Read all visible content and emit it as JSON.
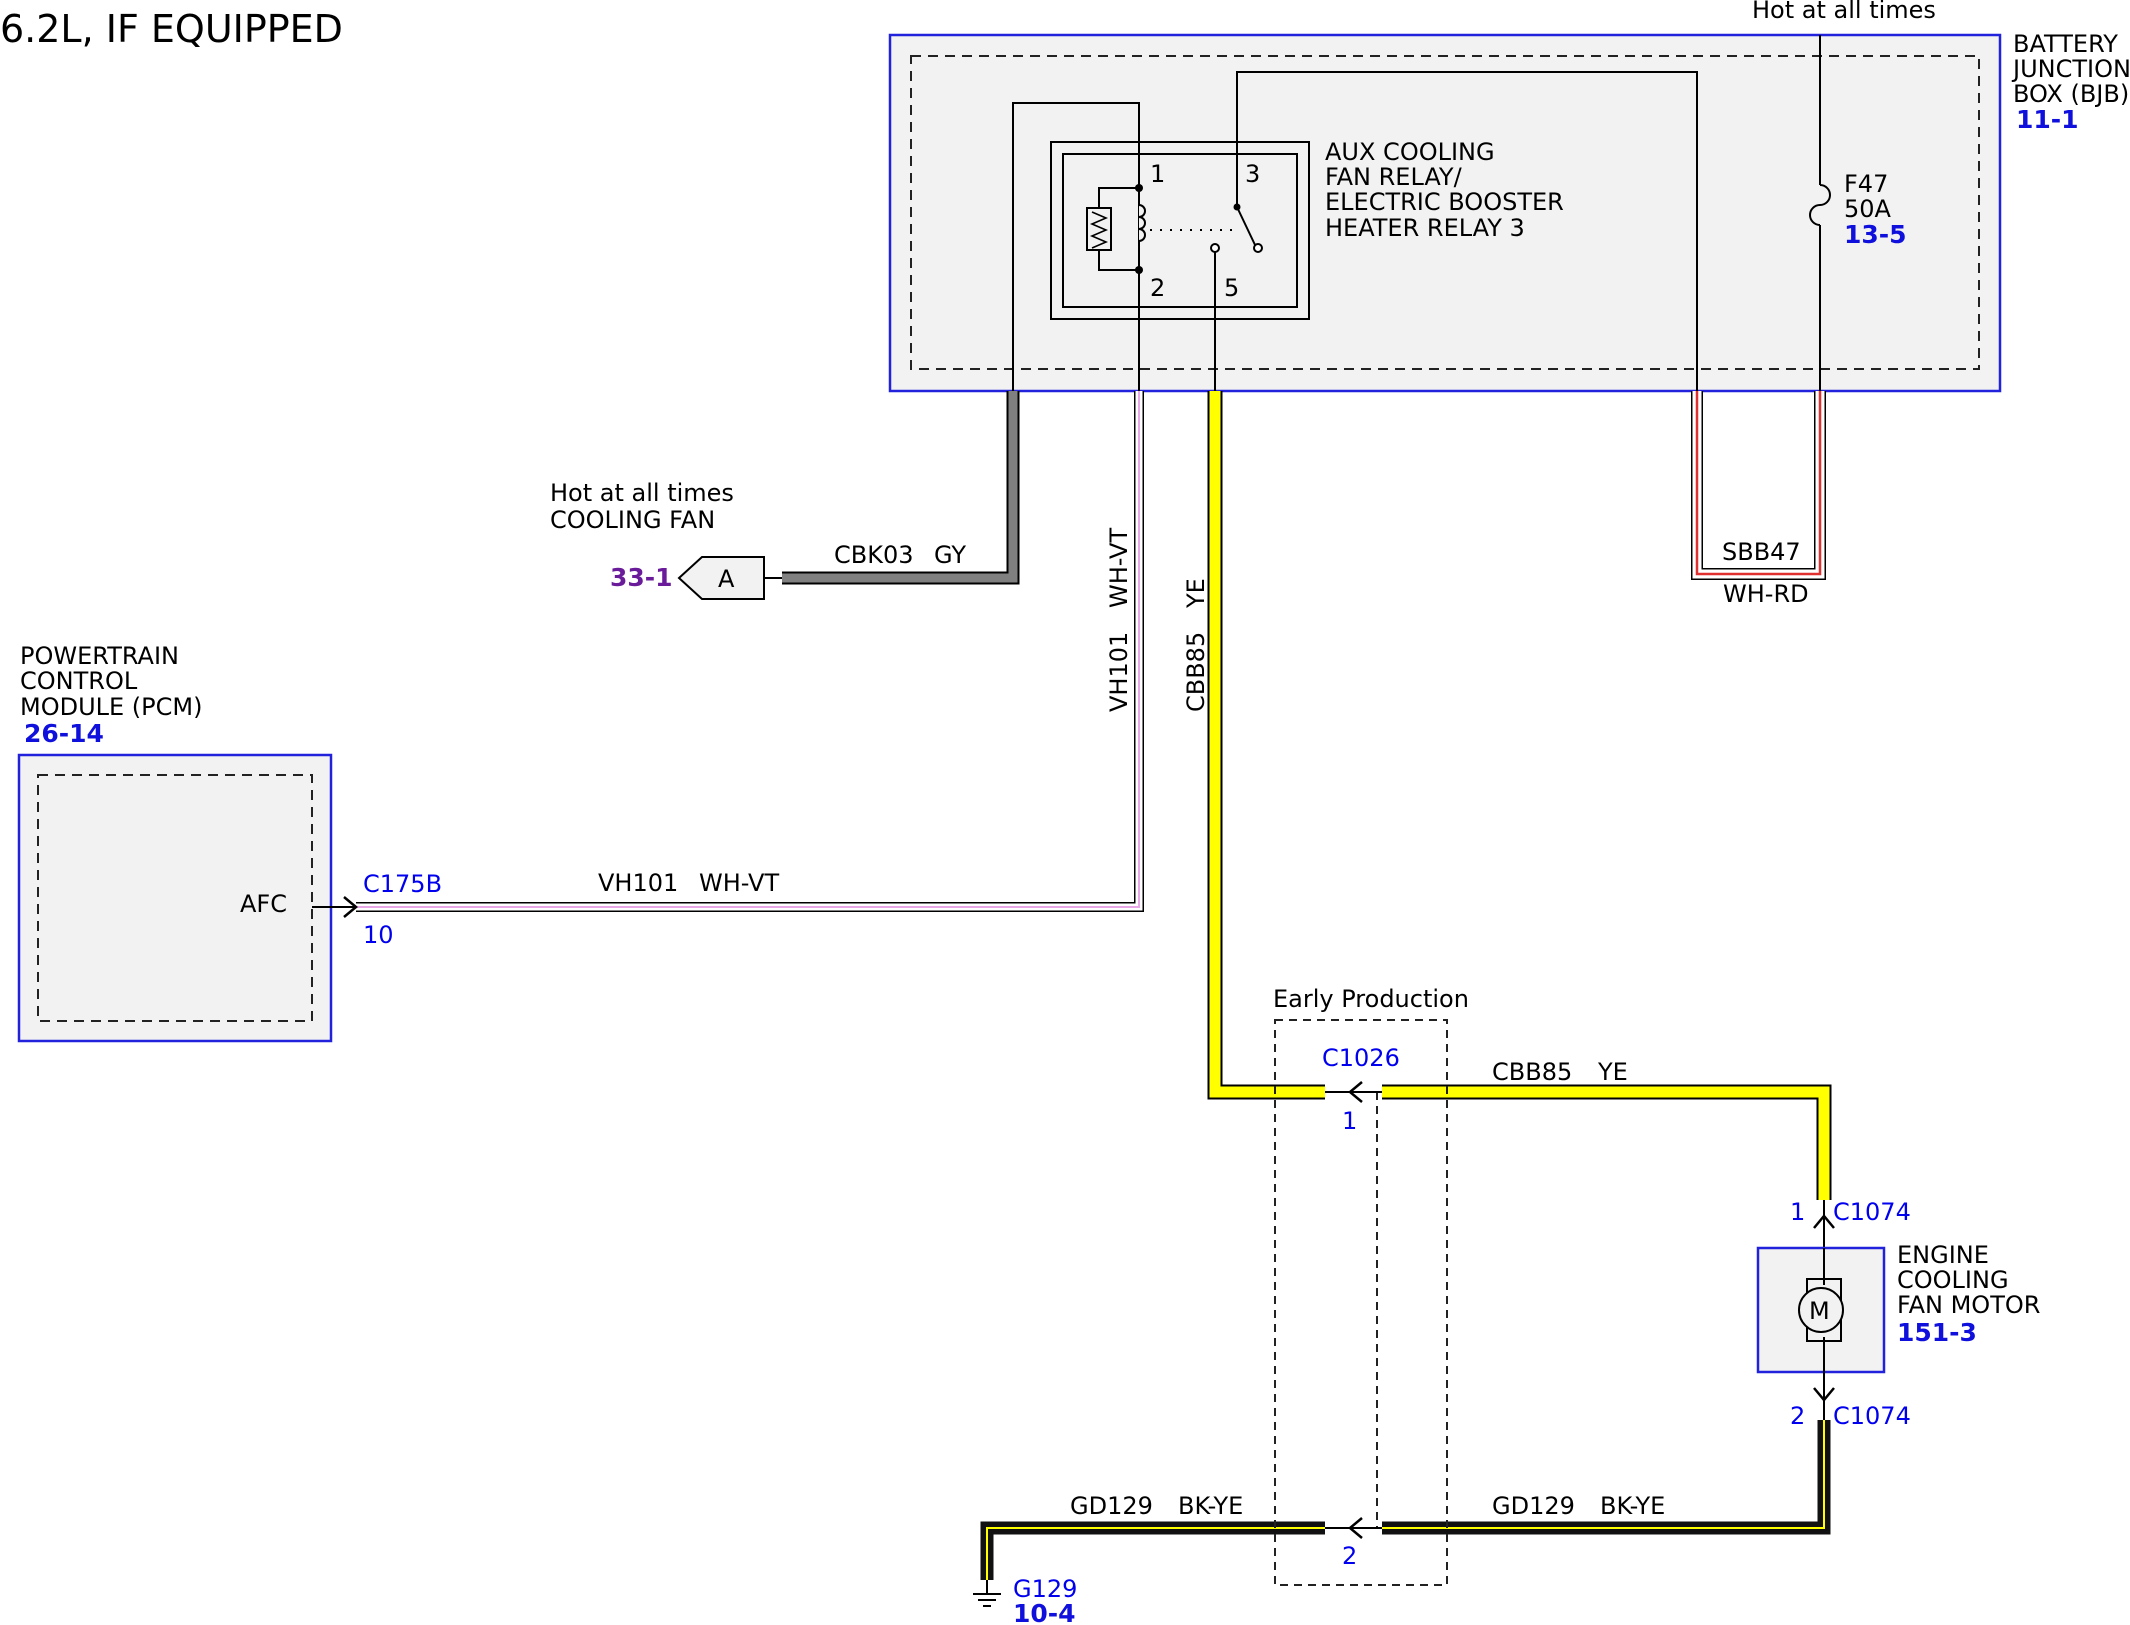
{
  "title": "6.2L, IF EQUIPPED",
  "bjb": {
    "hot_label": "Hot at all times",
    "name_lines": [
      "BATTERY",
      "JUNCTION",
      "BOX (BJB)"
    ],
    "ref": "11-1",
    "relay_lines": [
      "AUX COOLING",
      "FAN RELAY/",
      "ELECTRIC BOOSTER",
      "HEATER RELAY 3"
    ],
    "relay_pins": [
      "1",
      "3",
      "2",
      "5"
    ],
    "fuse_name": "F47",
    "fuse_rating": "50A",
    "fuse_ref": "13-5"
  },
  "cooling_fan_ref": {
    "lines": [
      "Hot at all times",
      "COOLING FAN"
    ],
    "page_ref": "33-1",
    "connector_letter": "A",
    "circuit": "CBK03",
    "color": "GY"
  },
  "pcm": {
    "name_lines": [
      "POWERTRAIN",
      "CONTROL",
      "MODULE (PCM)"
    ],
    "ref": "26-14",
    "pin_label": "AFC",
    "connector": "C175B",
    "pin": "10"
  },
  "wires": {
    "vh101_circuit": "VH101",
    "vh101_color": "WH-VT",
    "cbb85_circuit": "CBB85",
    "cbb85_color": "YE",
    "sbb47_circuit": "SBB47",
    "sbb47_color": "WH-RD",
    "gd129_circuit": "GD129",
    "gd129_color": "BK-YE"
  },
  "early_production": {
    "label": "Early Production",
    "connector": "C1026",
    "pin_top": "1",
    "pin_bottom": "2"
  },
  "motor": {
    "name_lines": [
      "ENGINE",
      "COOLING",
      "FAN MOTOR"
    ],
    "ref": "151-3",
    "connector": "C1074",
    "pin_top": "1",
    "pin_bottom": "2",
    "symbol": "M"
  },
  "ground": {
    "name": "G129",
    "ref": "10-4"
  },
  "colors": {
    "component_border": "#2222dd",
    "component_fill": "#f2f2f2",
    "ref_blue": "#1010dd",
    "ref_purple": "#6a1b9a",
    "wire_gray": "#808080",
    "wire_yellow": "#ffff00",
    "wire_white_violet": "#e8a8e8",
    "wire_white_red": "#e03030",
    "wire_black_yellow": "#111111"
  }
}
